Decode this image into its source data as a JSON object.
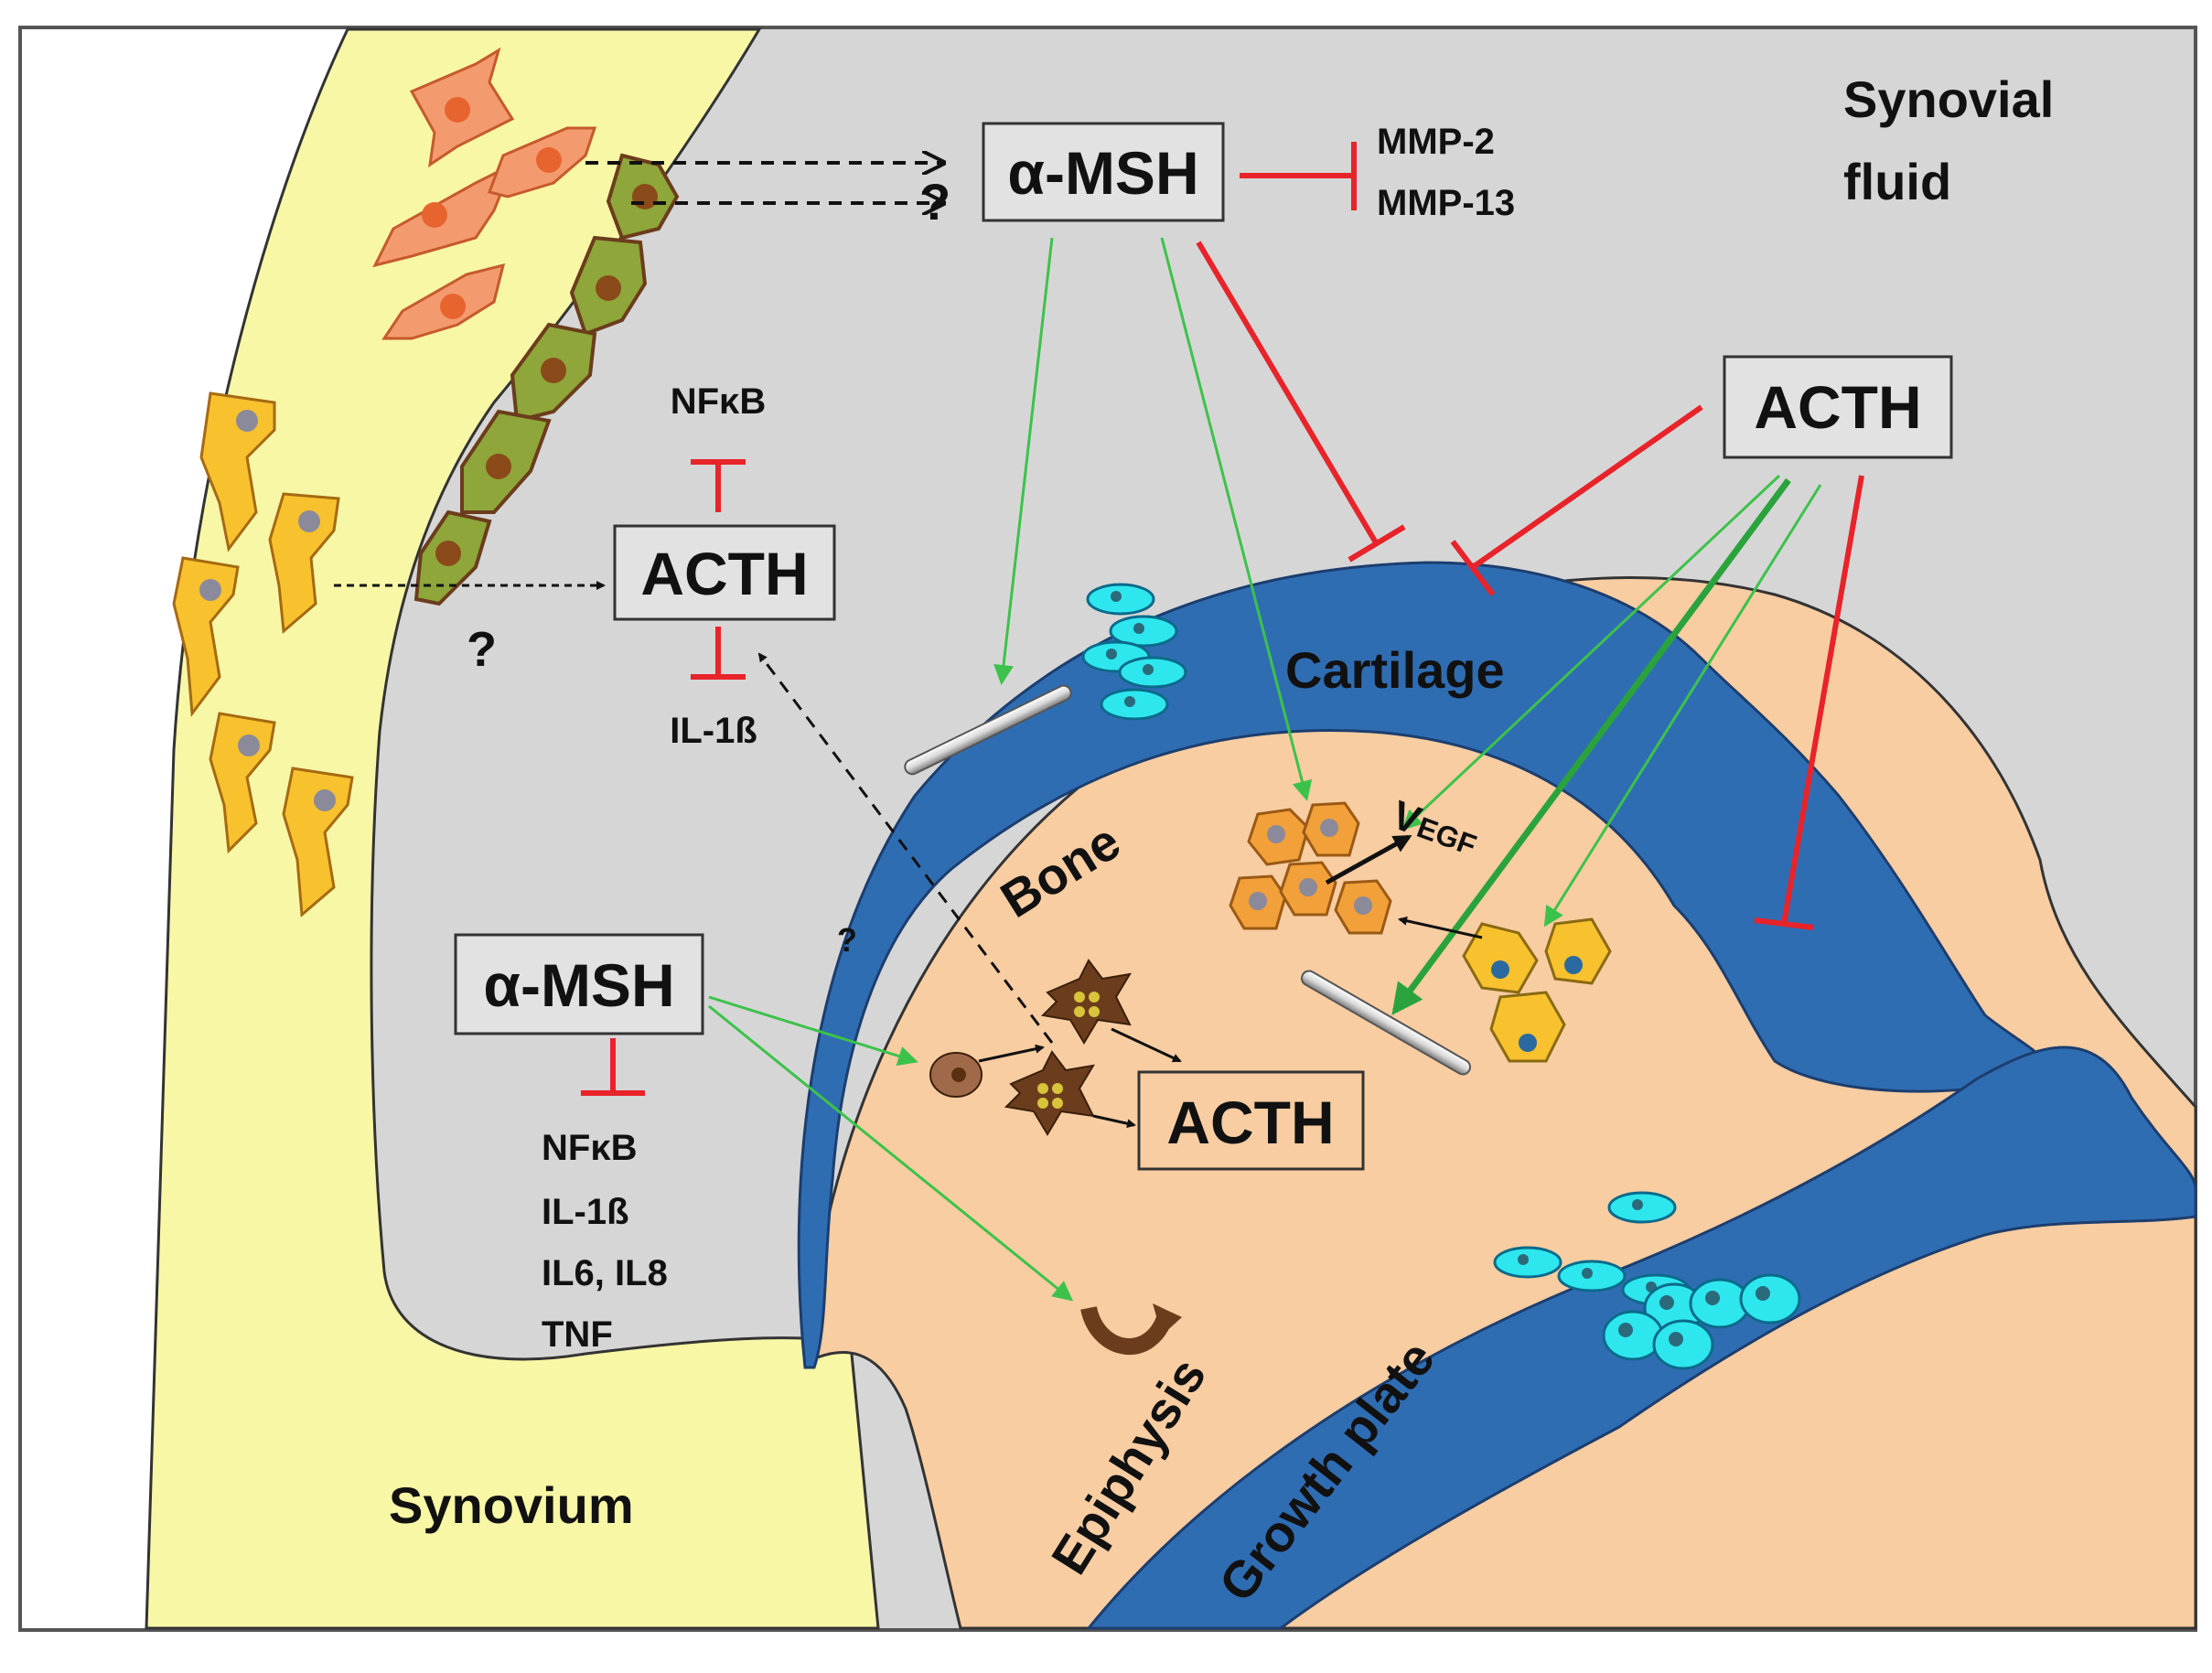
{
  "regions": {
    "synovial_fluid_line1": "Synovial",
    "synovial_fluid_line2": "fluid",
    "synovium": "Synovium",
    "cartilage": "Cartilage",
    "bone": "Bone",
    "epiphysis": "Epiphysis",
    "growth_plate": "Growth plate"
  },
  "boxes": {
    "msh_top": "α-MSH",
    "acth_right": "ACTH",
    "acth_middle": "ACTH",
    "msh_lower": "α-MSH",
    "acth_bottom": "ACTH"
  },
  "labels": {
    "mmp2": "MMP-2",
    "mmp13": "MMP-13",
    "nfkb_top": "NFκB",
    "il1b_top": "IL-1ß",
    "vegf_v": "V",
    "vegf_rest": "EGF",
    "nfkb_lower": "NFκB",
    "il1b_lower": "IL-1ß",
    "il6_il8": "IL6, IL8",
    "tnf": "TNF",
    "q1": "?",
    "q2": "?",
    "q3": "?"
  },
  "colors": {
    "synovium": "#f8f7a6",
    "synovial_fluid": "#d6d6d6",
    "bone": "#f8cda2",
    "cartilage": "#2f6db3",
    "inhibition": "#e8232a",
    "stimulation": "#3cc24a",
    "fibroblast": "#f39a6e",
    "lining_cell": "#8fa63a",
    "macrophage": "#f8c12e",
    "chondrocyte": "#2ee6ee",
    "osteoblast": "#f2a03a",
    "osteoclast": "#6b3d1c"
  }
}
